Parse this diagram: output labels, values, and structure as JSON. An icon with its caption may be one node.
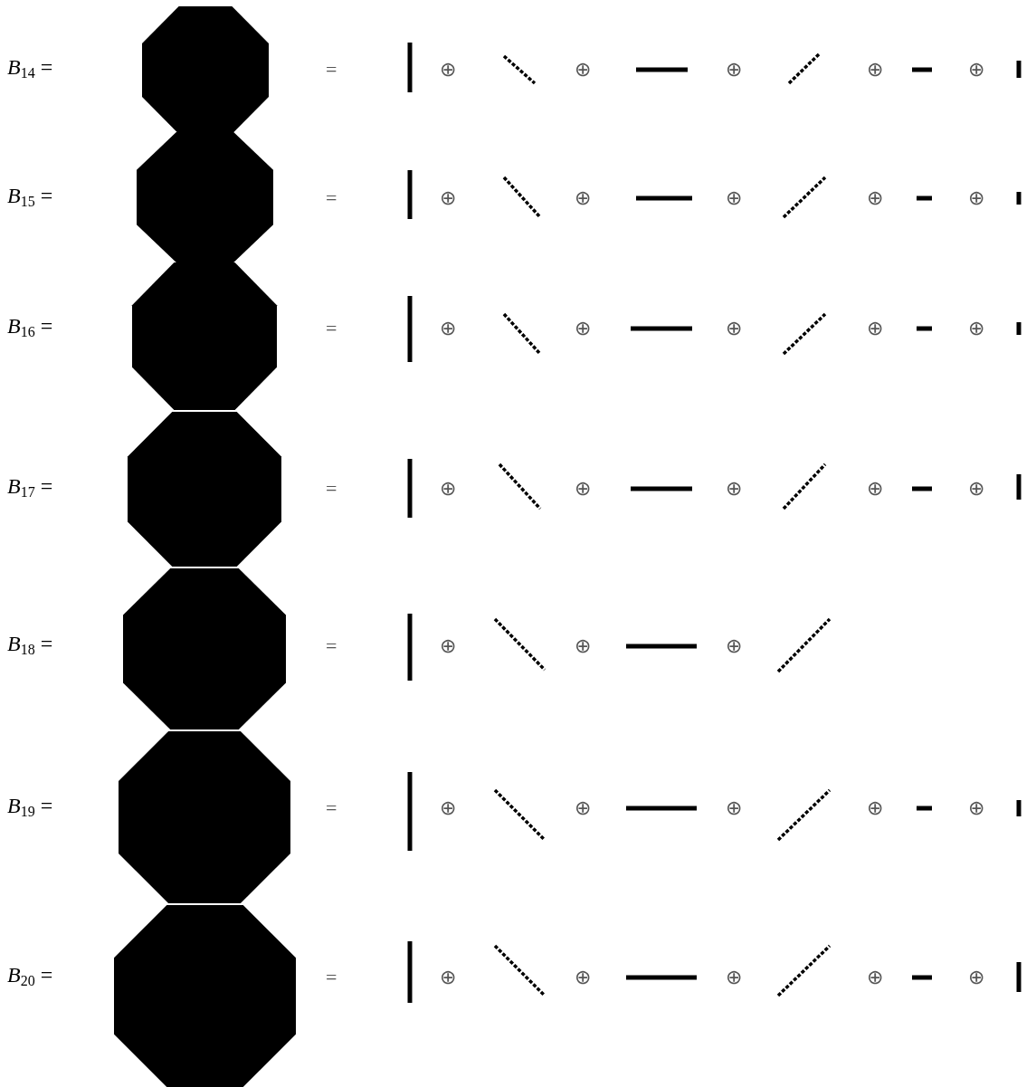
{
  "diagram": {
    "labels": [
      "*B*$_{14}$ =",
      "=",
      "⊕",
      "⊕",
      "⊕",
      "⊕",
      "⊕",
      "*B*$_{15}$ =",
      "=",
      "⊕",
      "⊕",
      "⊕",
      "⊕",
      "⊕",
      "*B*$_{16}$ =",
      "=",
      "⊕",
      "⊕",
      "⊕",
      "⊕",
      "⊕",
      "*B*$_{17}$ =",
      "=",
      "⊕",
      "⊕",
      "⊕",
      "⊕",
      "⊕",
      "*B*$_{18}$ =",
      "=",
      "⊕",
      "⊕",
      "⊕",
      "*B*$_{19}$ =",
      "=",
      "⊕",
      "⊕",
      "⊕",
      "⊕",
      "⊕",
      "*B*$_{20}$ =",
      "=",
      "⊕",
      "⊕",
      "⊕",
      "⊕",
      "⊕"
    ]
  }
}
